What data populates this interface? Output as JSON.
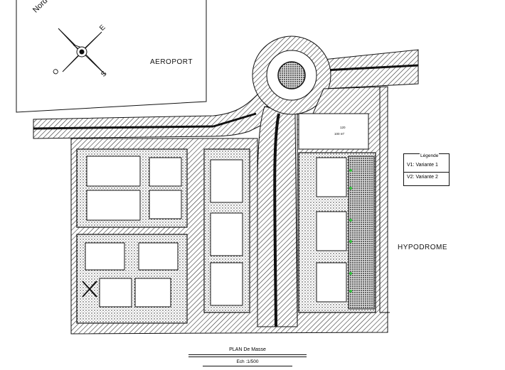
{
  "labels": {
    "aeroport": "AEROPORT",
    "hypodrome": "HYPODROME",
    "lot_top": "120",
    "lot_sub": "100 m²"
  },
  "compass": {
    "nord": "Nord",
    "east": "E",
    "west": "O",
    "south": "S"
  },
  "legend": {
    "title": "Légende",
    "items": [
      "V1: Variante 1",
      "V2: Variante 2"
    ]
  },
  "title_block": {
    "title": "PLAN De Masse",
    "scale": "Ech :1/500"
  },
  "colors": {
    "line": "#111111",
    "road_fill": "#9a9a9a",
    "tree": "#2fbf3a",
    "background": "#ffffff"
  }
}
